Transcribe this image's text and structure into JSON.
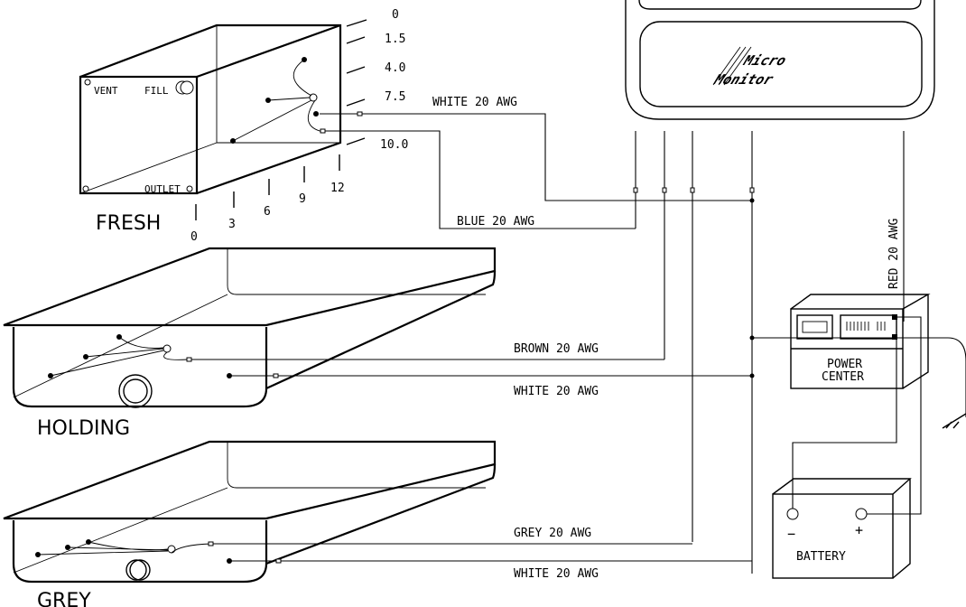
{
  "monitor": {
    "logo_line1": "Micro",
    "logo_line2": "Monitor"
  },
  "fresh_tank": {
    "name": "FRESH",
    "vent_label": "VENT",
    "fill_label": "FILL",
    "outlet_label": "OUTLET",
    "level_scale": [
      "0",
      "1.5",
      "4.0",
      "7.5",
      "10.0"
    ],
    "depth_scale": [
      "0",
      "3",
      "6",
      "9",
      "12"
    ]
  },
  "holding_tank": {
    "name": "HOLDING"
  },
  "grey_tank": {
    "name": "GREY"
  },
  "wires": {
    "fresh_white": "WHITE 20 AWG",
    "fresh_blue": "BLUE 20 AWG",
    "holding_brown": "BROWN 20 AWG",
    "holding_white": "WHITE 20 AWG",
    "grey_grey": "GREY 20 AWG",
    "grey_white": "WHITE 20 AWG",
    "power_red": "RED 20 AWG"
  },
  "power_center": {
    "line1": "POWER",
    "line2": "CENTER"
  },
  "battery": {
    "name": "BATTERY",
    "minus": "−",
    "plus": "+"
  }
}
